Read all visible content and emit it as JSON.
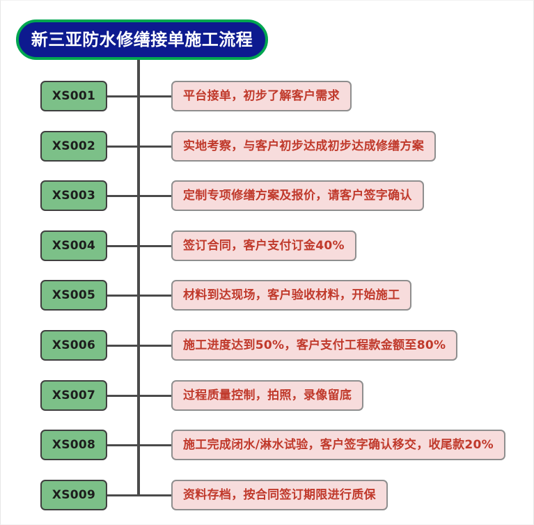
{
  "diagram": {
    "title": "新三亚防水修缮接单施工流程",
    "title_fill": "#0d1a8f",
    "title_border": "#00a650",
    "title_text_color": "#ffffff",
    "code_fill": "#7cc088",
    "code_border": "#3f3f3f",
    "code_text_color": "#1d1d1d",
    "desc_fill": "#f7dcdc",
    "desc_border": "#8e8e8e",
    "desc_text_color": "#c0392b",
    "connector_color": "#4a4a4a",
    "background": "#ffffff",
    "steps": [
      {
        "code": "XS001",
        "desc": "平台接单，初步了解客户需求"
      },
      {
        "code": "XS002",
        "desc": "实地考察，与客户初步达成初步达成修缮方案"
      },
      {
        "code": "XS003",
        "desc": "定制专项修缮方案及报价，请客户签字确认"
      },
      {
        "code": "XS004",
        "desc": "签订合同，客户支付订金40%"
      },
      {
        "code": "XS005",
        "desc": "材料到达现场，客户验收材料，开始施工"
      },
      {
        "code": "XS006",
        "desc": "施工进度达到50%，客户支付工程款金额至80%"
      },
      {
        "code": "XS007",
        "desc": "过程质量控制，拍照，录像留底"
      },
      {
        "code": "XS008",
        "desc": "施工完成闭水/淋水试验，客户签字确认移交，收尾款20%"
      },
      {
        "code": "XS009",
        "desc": "资料存档，按合同签订期限进行质保"
      }
    ]
  }
}
